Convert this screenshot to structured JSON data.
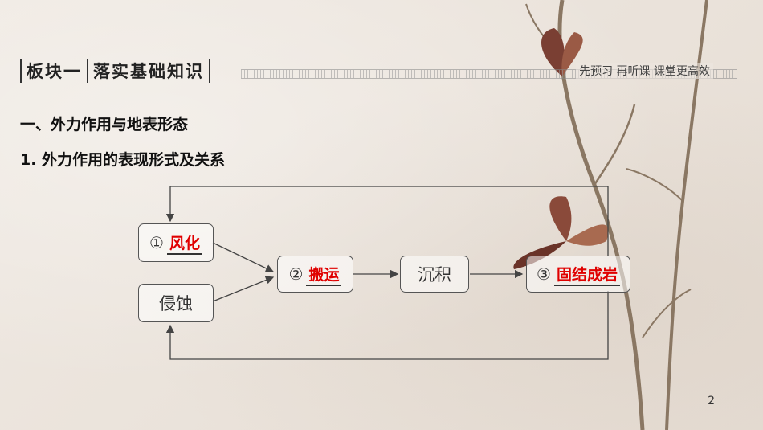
{
  "header": {
    "title_part1": "板块一",
    "title_part2": "落实基础知识",
    "tagline": "先预习 再听课 课堂更高效"
  },
  "section_title": "一、外力作用与地表形态",
  "subsection_title": "1. 外力作用的表现形式及关系",
  "diagram": {
    "nodes": {
      "weathering": {
        "number": "①",
        "answer": "风化"
      },
      "erosion": {
        "label": "侵蚀"
      },
      "transport": {
        "number": "②",
        "answer": "搬运"
      },
      "deposition": {
        "label": "沉积"
      },
      "lithification": {
        "number": "③",
        "answer": "固结成岩"
      }
    },
    "colors": {
      "answer": "#e00000",
      "border": "#555555"
    }
  },
  "page_number": "2"
}
